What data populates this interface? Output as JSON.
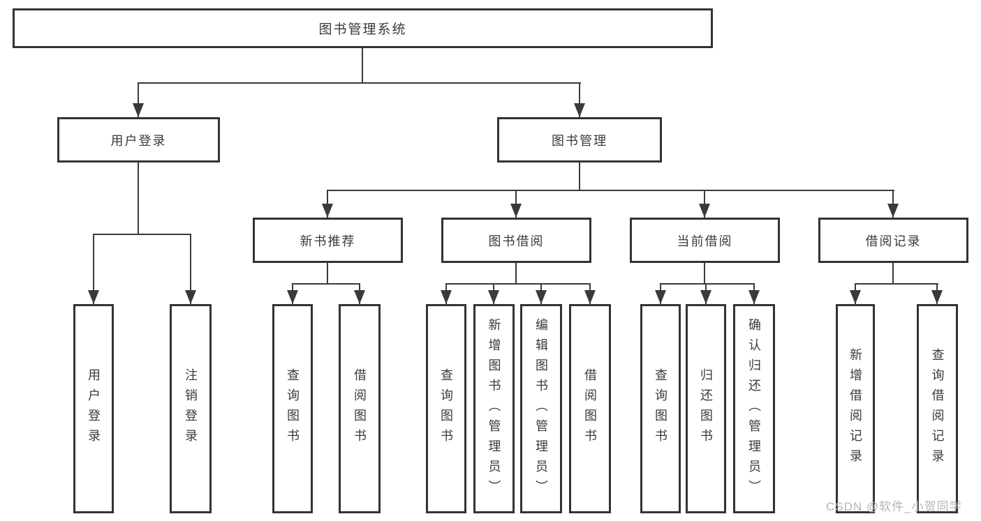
{
  "diagram": {
    "root": "图书管理系统",
    "branches": [
      {
        "label": "用户登录",
        "children": [
          {
            "label": "用户登录"
          },
          {
            "label": "注销登录"
          }
        ]
      },
      {
        "label": "图书管理",
        "sections": [
          {
            "label": "新书推荐",
            "children": [
              {
                "label": "查询图书"
              },
              {
                "label": "借阅图书"
              }
            ]
          },
          {
            "label": "图书借阅",
            "children": [
              {
                "label": "查询图书"
              },
              {
                "label": "新增图书（管理员）"
              },
              {
                "label": "编辑图书（管理员）"
              },
              {
                "label": "借阅图书"
              }
            ]
          },
          {
            "label": "当前借阅",
            "children": [
              {
                "label": "查询图书"
              },
              {
                "label": "归还图书"
              },
              {
                "label": "确认归还（管理员）"
              }
            ]
          },
          {
            "label": "借阅记录",
            "children": [
              {
                "label": "新增借阅记录"
              },
              {
                "label": "查询借阅记录"
              }
            ]
          }
        ]
      }
    ],
    "colors": {
      "line": "#3a3a3a",
      "box_border": "#333333",
      "text": "#3a3a3a",
      "background": "#ffffff"
    }
  },
  "watermark": {
    "text": "CSDN @软件_小贺同学",
    "color": "#b5b5b5"
  }
}
